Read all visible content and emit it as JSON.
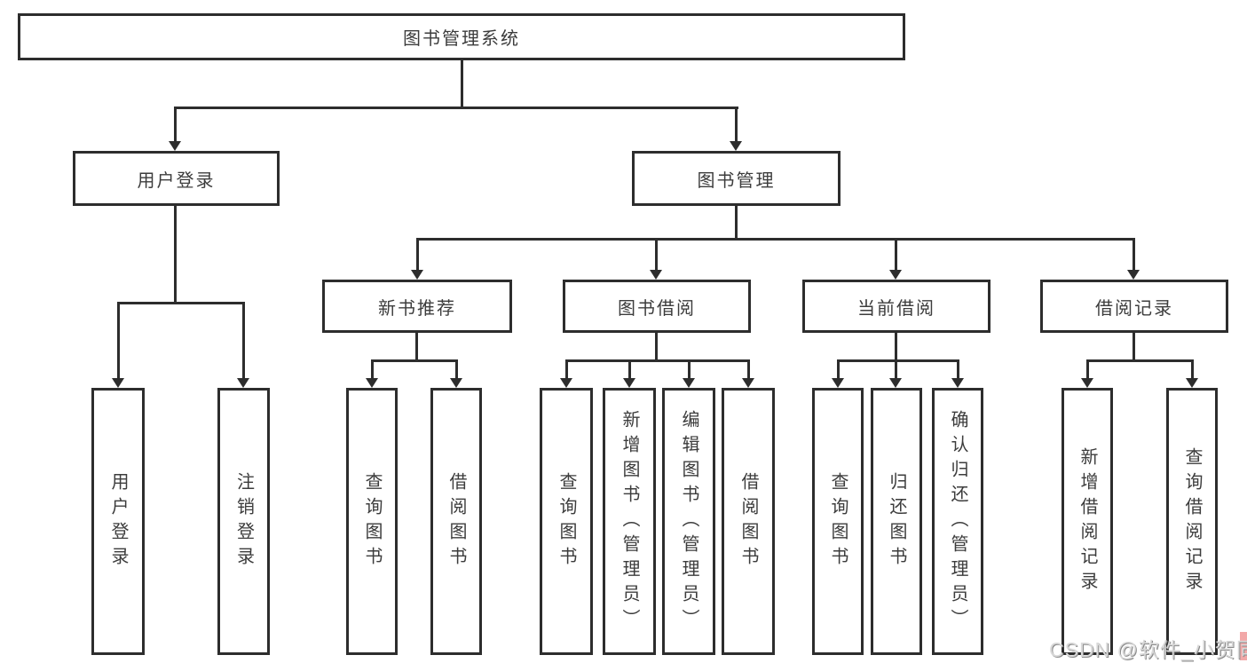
{
  "diagram": {
    "root": {
      "label": "图书管理系统"
    },
    "branches": [
      {
        "label": "用户登录",
        "leaves": [
          {
            "label": "用户登录"
          },
          {
            "label": "注销登录"
          }
        ]
      },
      {
        "label": "图书管理",
        "sections": [
          {
            "label": "新书推荐",
            "leaves": [
              {
                "label": "查询图书"
              },
              {
                "label": "借阅图书"
              }
            ]
          },
          {
            "label": "图书借阅",
            "leaves": [
              {
                "label": "查询图书"
              },
              {
                "label": "新增图书（管理员）"
              },
              {
                "label": "编辑图书（管理员）"
              },
              {
                "label": "借阅图书"
              }
            ]
          },
          {
            "label": "当前借阅",
            "leaves": [
              {
                "label": "查询图书"
              },
              {
                "label": "归还图书"
              },
              {
                "label": "确认归还（管理员）"
              }
            ]
          },
          {
            "label": "借阅记录",
            "leaves": [
              {
                "label": "新增借阅记录"
              },
              {
                "label": "查询借阅记录"
              }
            ]
          }
        ]
      }
    ]
  },
  "watermark": {
    "text": "CSDN @软件_小贺同学",
    "text_color": "#d9d9d9",
    "shadow_color": "#8a8a8a",
    "accent_color": "#f2a8a8"
  },
  "colors": {
    "border": "#2d2d2d",
    "label_text": "#3c3c3c",
    "background": "#ffffff"
  }
}
